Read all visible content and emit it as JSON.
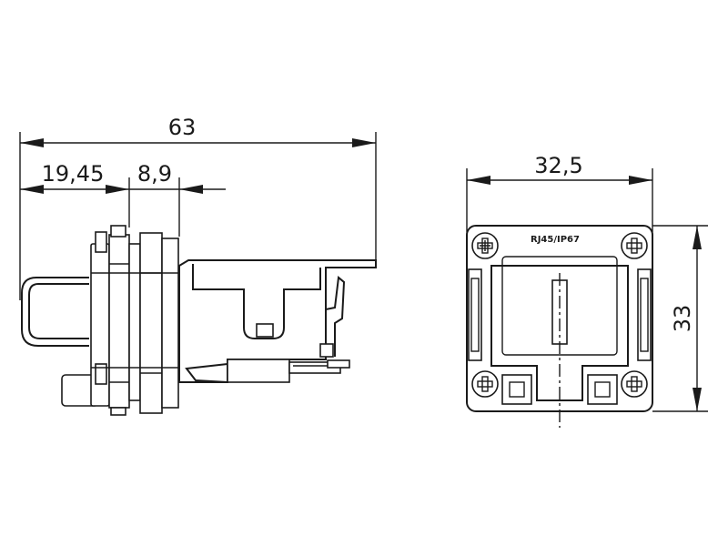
{
  "dimensions": {
    "overall_length": "63",
    "front_depth": "19,45",
    "flange_width": "8,9",
    "front_width": "32,5",
    "front_height": "33"
  },
  "front_view": {
    "label": "RJ45/IP67"
  }
}
